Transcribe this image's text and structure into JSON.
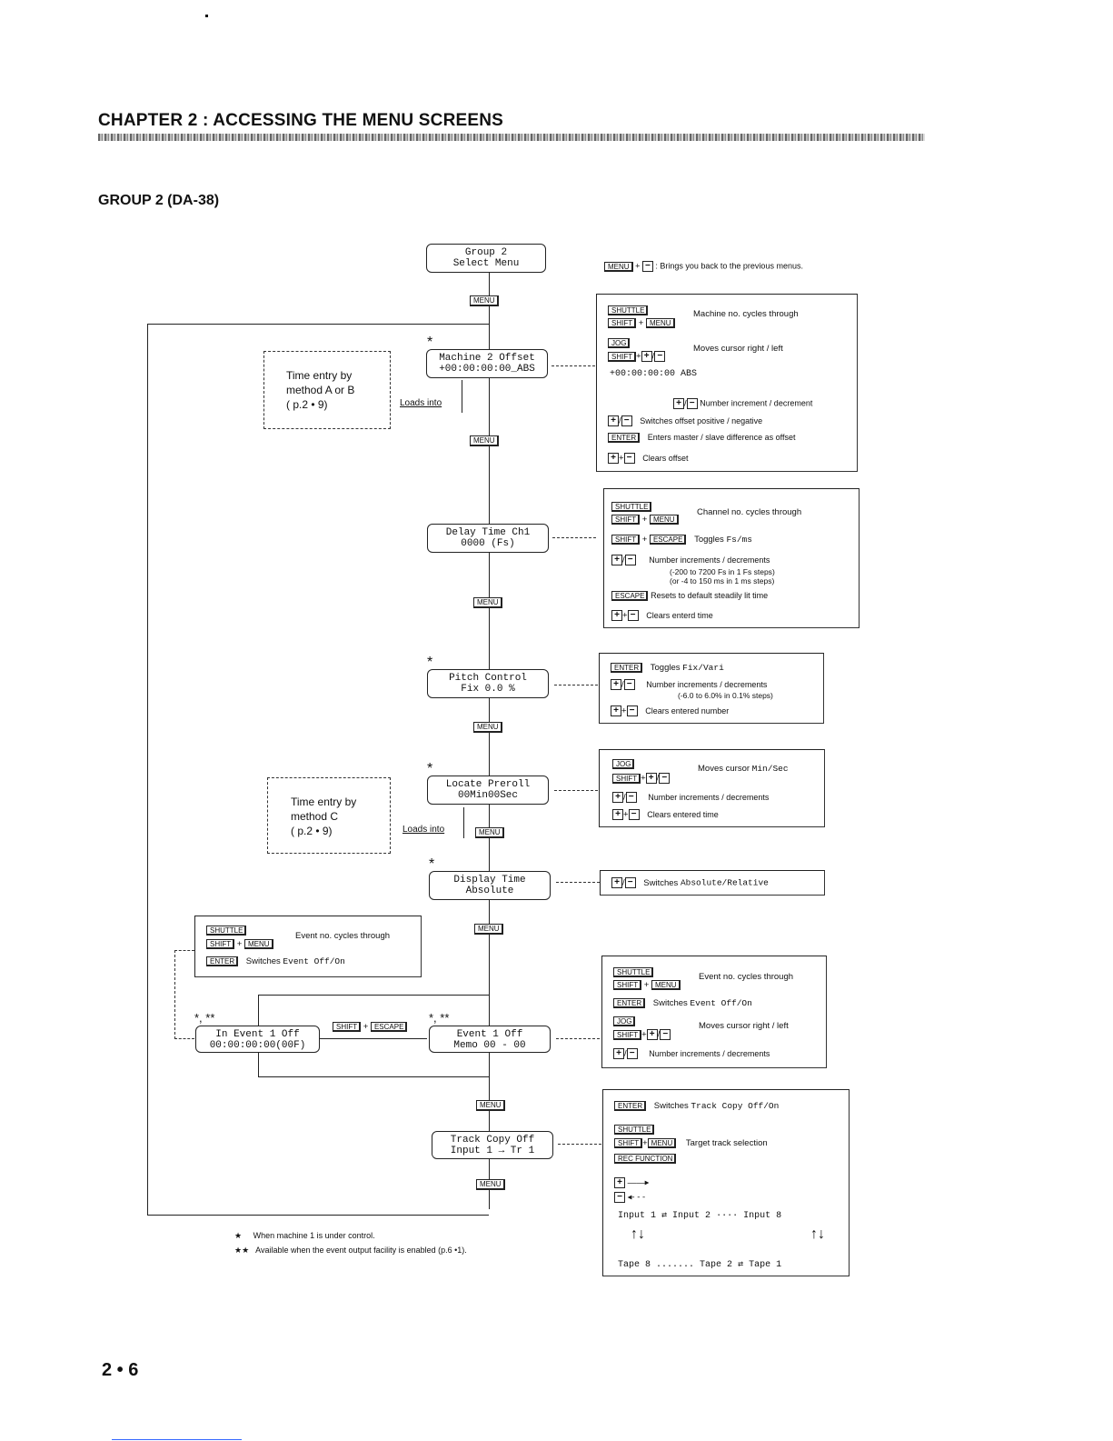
{
  "header": {
    "chapter": "CHAPTER 2 : ACCESSING THE MENU SCREENS",
    "group": "GROUP 2 (DA-38)"
  },
  "keys": {
    "menu": "MENU",
    "shuttle": "SHUTTLE",
    "shift": "SHIFT",
    "jog": "JOG",
    "enter": "ENTER",
    "escape": "ESCAPE",
    "rec_function": "REC FUNCTION",
    "plus": "+",
    "minus": "−"
  },
  "top_note": ": Brings you back to the previous menus.",
  "screens": {
    "select": [
      "Group 2",
      "Select Menu"
    ],
    "offset": [
      "Machine 2 Offset",
      "+00:00:00:00_ABS"
    ],
    "delay": [
      "Delay Time Ch1",
      "0000  (Fs)"
    ],
    "pitch": [
      "Pitch Control",
      "Fix      0.0 %"
    ],
    "preroll": [
      "Locate Preroll",
      "00Min00Sec"
    ],
    "display": [
      "Display Time",
      "Absolute"
    ],
    "inevent": [
      "In Event 1 Off",
      "00:00:00:00(00F)"
    ],
    "event": [
      "Event 1  Off",
      "Memo 00 - 00"
    ],
    "trackcopy": [
      "Track Copy Off",
      "Input 1 → Tr 1"
    ]
  },
  "time_entry": {
    "ab": [
      "Time entry by",
      "method A or B",
      "( p.2 • 9)"
    ],
    "c": [
      "Time entry by",
      "method C",
      "( p.2 • 9)"
    ],
    "loads_into": "Loads into"
  },
  "panels": {
    "offset": {
      "machine_cycles": "Machine no. cycles through",
      "moves_cursor": "Moves cursor right / left",
      "readout": "+00:00:00:00 ABS",
      "num_incdec": "Number increment / decrement",
      "switch_offset": "Switches offset positive / negative",
      "enters_master": "Enters master / slave difference as offset",
      "clears": "Clears offset"
    },
    "delay": {
      "channel_cycles": "Channel  no. cycles through",
      "toggles": "Toggles",
      "toggles_val": "Fs/ms",
      "num_incdec": "Number increments / decrements",
      "range1": "-200 to 7200 Fs in 1 Fs steps",
      "range2": "or -4 to 150 ms in 1 ms steps",
      "resets": "Resets to default steadily lit time",
      "clears": "Clears enterd time"
    },
    "pitch": {
      "toggles": "Toggles",
      "toggles_val": "Fix/Vari",
      "num_incdec": "Number increments / decrements",
      "range": "(-6.0 to 6.0% in 0.1% steps)",
      "clears": "Clears entered number"
    },
    "preroll": {
      "moves_cursor": "Moves cursor",
      "moves_val": "Min/Sec",
      "num_incdec": "Number increments / decrements",
      "clears": "Clears entered time"
    },
    "display": {
      "switches": "Switches",
      "switches_val": "Absolute/Relative"
    },
    "inevent": {
      "event_cycles": "Event  no. cycles through",
      "switches": "Switches",
      "switches_val": "Event  Off/On"
    },
    "event": {
      "event_cycles": "Event  no. cycles through",
      "switches": "Switches",
      "switches_val": "Event   Off/On",
      "moves_cursor": "Moves cursor right / left",
      "num_incdec": "Number increments / decrements"
    },
    "trackcopy": {
      "switches": "Switches",
      "switches_val": "Track Copy Off/On",
      "target": "Target track selection",
      "input1": "Input 1",
      "input2": "Input 2",
      "input8": "Input 8",
      "tape8": "Tape 8",
      "tape2": "Tape 2",
      "tape1": "Tape 1"
    }
  },
  "footnotes": {
    "star": "When machine 1 is under control.",
    "dstar": "Available when  the event output facility is enabled (p.6 •1)."
  },
  "page_number": "2 • 6"
}
